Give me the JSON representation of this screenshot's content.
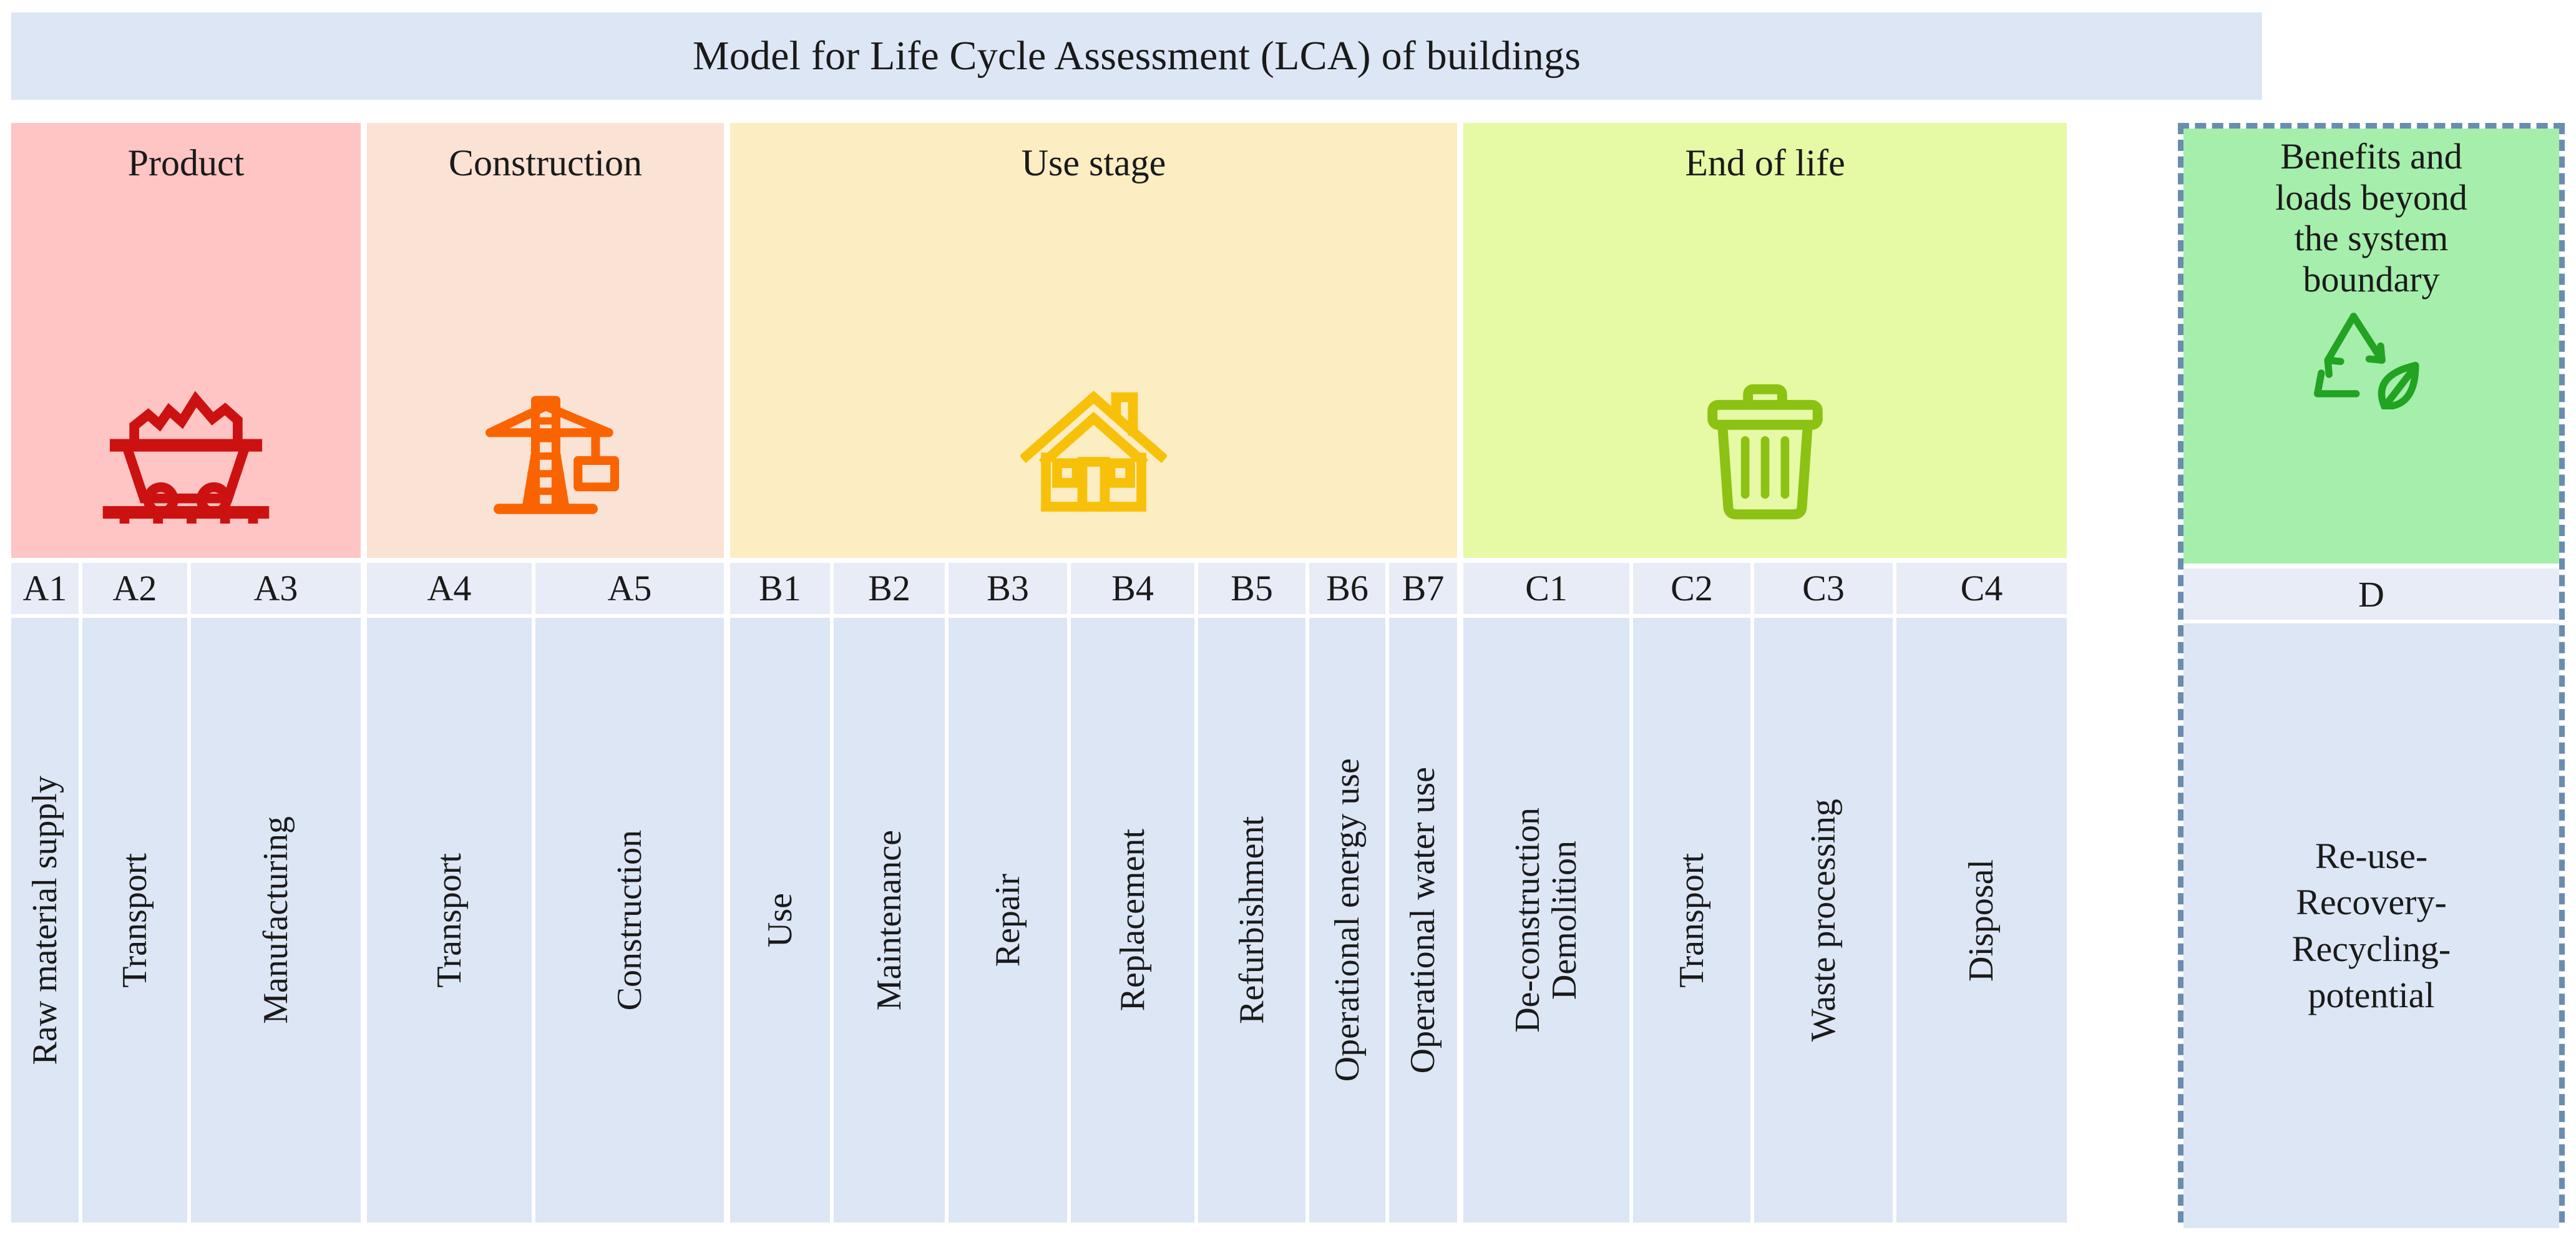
{
  "title": "Model for Life Cycle Assessment (LCA) of buildings",
  "colors": {
    "title_bg": "#dce6f4",
    "product_bg": "#ffc4c4",
    "construction_bg": "#fae2d4",
    "use_bg": "#fdedc2",
    "endoflife_bg": "#e6f9a5",
    "benefits_bg": "#a5eeab",
    "code_bg": "#e8ecf6",
    "label_bg": "#dce6f4",
    "dash_border": "#6a8caf",
    "product_icon": "#cc1111",
    "construction_icon": "#fa6400",
    "use_icon": "#f7c10a",
    "endoflife_icon": "#8cc213",
    "benefits_icon": "#22a322"
  },
  "stages": [
    {
      "id": "product",
      "label": "Product",
      "icon": "mining-cart-icon"
    },
    {
      "id": "construction",
      "label": "Construction",
      "icon": "construction-crane-icon"
    },
    {
      "id": "use",
      "label": "Use stage",
      "icon": "house-icon"
    },
    {
      "id": "endoflife",
      "label": "End of life",
      "icon": "trash-bin-icon"
    }
  ],
  "modules": [
    {
      "code": "A1",
      "label": "Raw material supply",
      "stage": "product"
    },
    {
      "code": "A2",
      "label": "Transport",
      "stage": "product"
    },
    {
      "code": "A3",
      "label": "Manufacturing",
      "stage": "product"
    },
    {
      "code": "A4",
      "label": "Transport",
      "stage": "construction"
    },
    {
      "code": "A5",
      "label": "Construction",
      "stage": "construction"
    },
    {
      "code": "B1",
      "label": "Use",
      "stage": "use"
    },
    {
      "code": "B2",
      "label": "Maintenance",
      "stage": "use"
    },
    {
      "code": "B3",
      "label": "Repair",
      "stage": "use"
    },
    {
      "code": "B4",
      "label": "Replacement",
      "stage": "use"
    },
    {
      "code": "B5",
      "label": "Refurbishment",
      "stage": "use"
    },
    {
      "code": "B6",
      "label": "Operational energy use",
      "stage": "use"
    },
    {
      "code": "B7",
      "label": "Operational water use",
      "stage": "use"
    },
    {
      "code": "C1",
      "label": "De-construction",
      "label2": "Demolition",
      "stage": "endoflife"
    },
    {
      "code": "C2",
      "label": "Transport",
      "stage": "endoflife"
    },
    {
      "code": "C3",
      "label": "Waste processing",
      "stage": "endoflife"
    },
    {
      "code": "C4",
      "label": "Disposal",
      "stage": "endoflife"
    }
  ],
  "benefits": {
    "title": "Benefits and loads beyond the system boundary",
    "title_lines": [
      "Benefits and",
      "loads beyond",
      "the system",
      "boundary"
    ],
    "code": "D",
    "body_lines": [
      "Re-use-",
      "Recovery-",
      "Recycling-",
      "potential"
    ],
    "icon": "recycle-leaf-icon"
  }
}
